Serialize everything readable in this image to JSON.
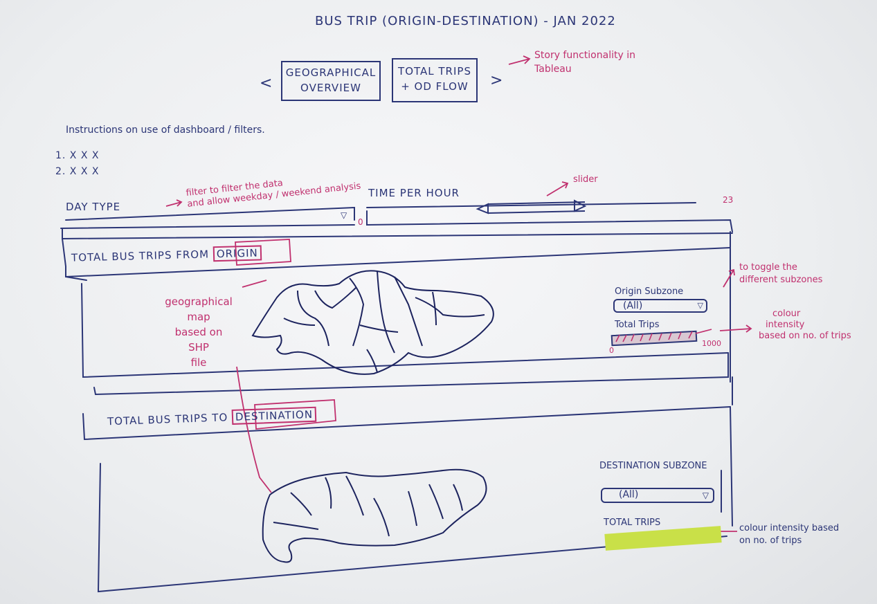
{
  "title": "BUS TRIP (ORIGIN-DESTINATION) - JAN 2022",
  "story": {
    "prev_arrow": "<",
    "next_arrow": ">",
    "tabs": [
      {
        "line1": "GEOGRAPHICAL",
        "line2": "OVERVIEW"
      },
      {
        "line1": "TOTAL TRIPS",
        "line2": "+ OD FLOW"
      }
    ],
    "note": [
      "Story functionality in",
      "Tableau"
    ]
  },
  "instructions": {
    "heading": "Instructions on use of dashboard / filters.",
    "items": [
      "1. X X X",
      "2. X X X"
    ]
  },
  "filters": {
    "day_type_label": "DAY TYPE",
    "day_type_note": [
      "filter to filter the data",
      "and allow weekday / weekend analysis"
    ],
    "time_label": "TIME PER HOUR",
    "time_min": "0",
    "time_max": "23",
    "slider_note": "slider"
  },
  "origin_panel": {
    "title_prefix": "TOTAL BUS TRIPS FROM",
    "title_highlight": "ORIGIN",
    "subzone_label": "Origin Subzone",
    "subzone_value": "(All)",
    "trips_label": "Total Trips",
    "scale_min": "0",
    "scale_max": "1000",
    "toggle_note": [
      "to toggle the",
      "different subzones"
    ],
    "color_note": [
      "colour",
      "intensity",
      "based on no. of trips"
    ],
    "map_note": [
      "geographical",
      "map",
      "based on",
      "SHP",
      "file"
    ]
  },
  "destination_panel": {
    "title_prefix": "TOTAL BUS TRIPS TO",
    "title_highlight": "DESTINATION",
    "subzone_label": "DESTINATION SUBZONE",
    "subzone_value": "(All)",
    "trips_label": "TOTAL TRIPS",
    "color_note": [
      "colour intensity based",
      "on no. of trips"
    ]
  },
  "colors": {
    "ink": "#2b3576",
    "annotation": "#c0306e",
    "highlight": "#c9e048"
  }
}
